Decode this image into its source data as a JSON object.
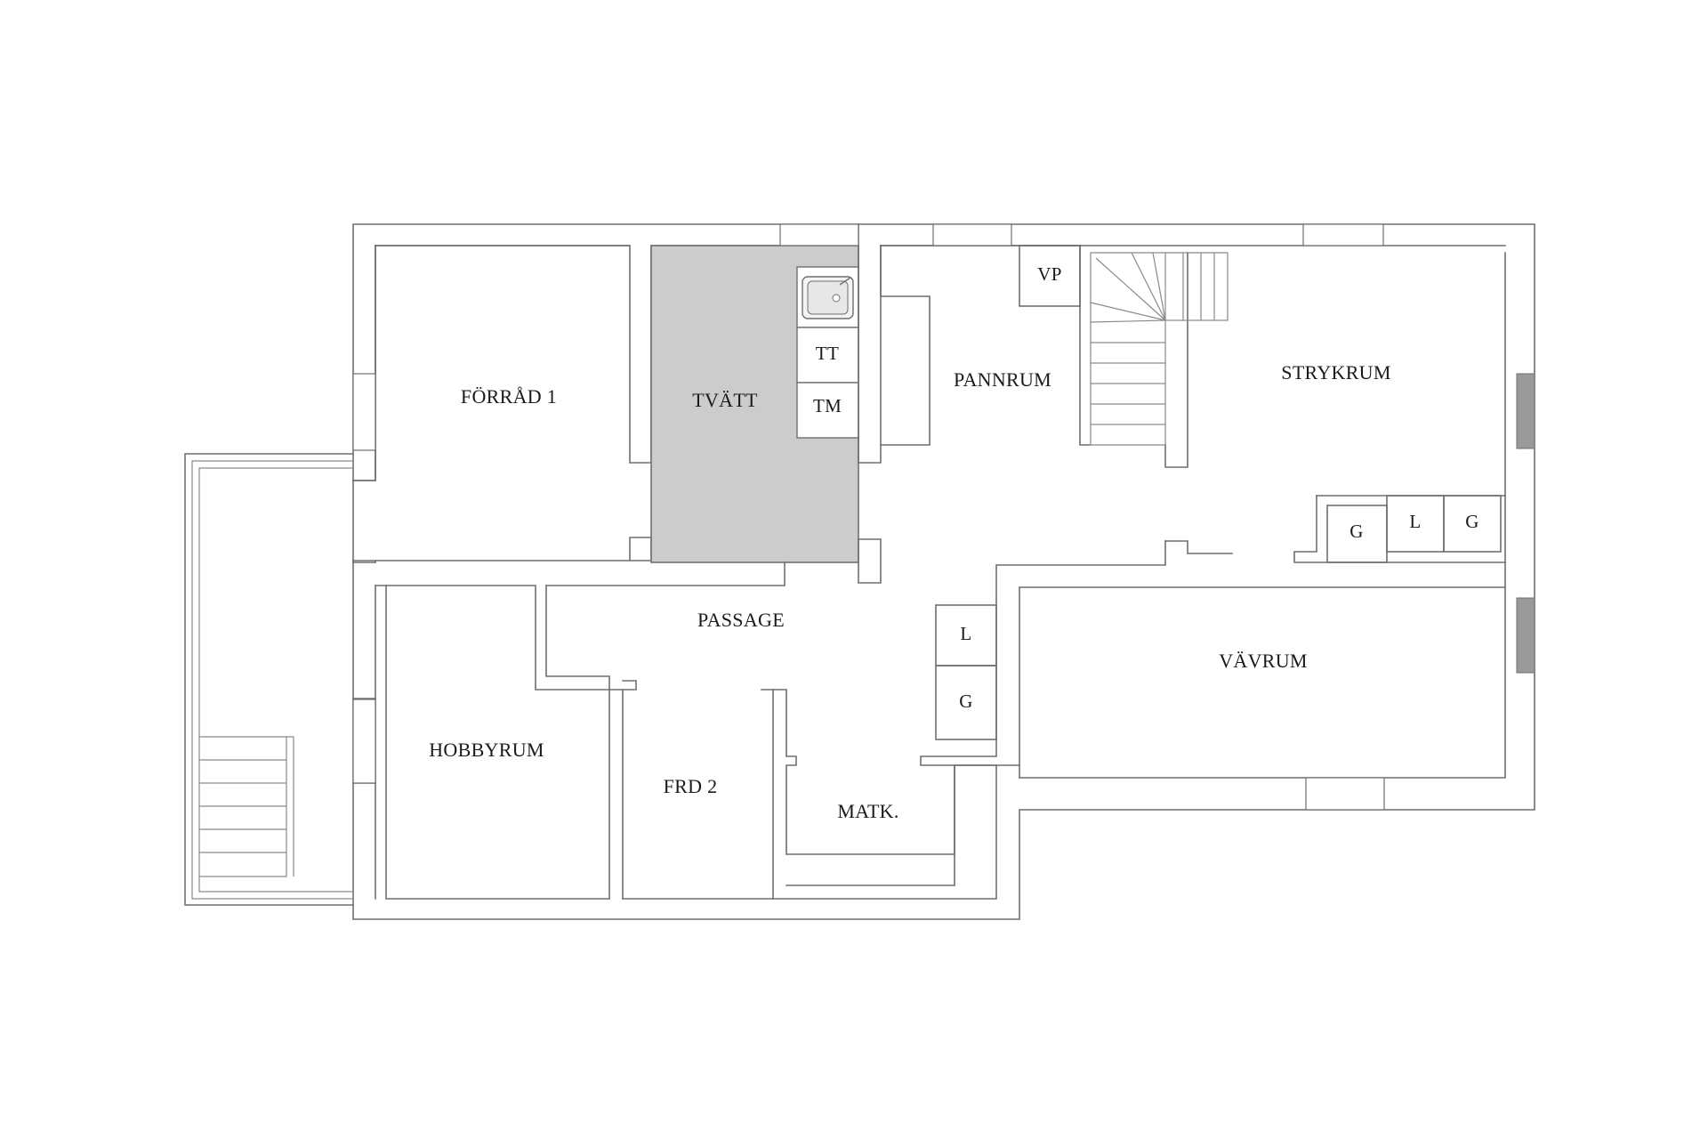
{
  "rooms": {
    "forrad1": "FÖRRÅD 1",
    "tvatt": "TVÄTT",
    "tt": "TT",
    "tm": "TM",
    "pannrum": "PANNRUM",
    "vp": "VP",
    "strykrum": "STRYKRUM",
    "passage": "PASSAGE",
    "hobbyrum": "HOBBYRUM",
    "frd2": "FRD 2",
    "matk": "MATK.",
    "vavrum": "VÄVRUM",
    "closet_passage_l": "L",
    "closet_passage_g": "G",
    "closet_stryk_g1": "G",
    "closet_stryk_l": "L",
    "closet_stryk_g2": "G"
  },
  "colors": {
    "laundry_fill": "#cccccc",
    "wall": "#6f6f6f"
  },
  "icons": {
    "sink": "sink-icon",
    "staircase": "staircase-icon",
    "outdoor_stairs": "outdoor-stairs-icon"
  }
}
